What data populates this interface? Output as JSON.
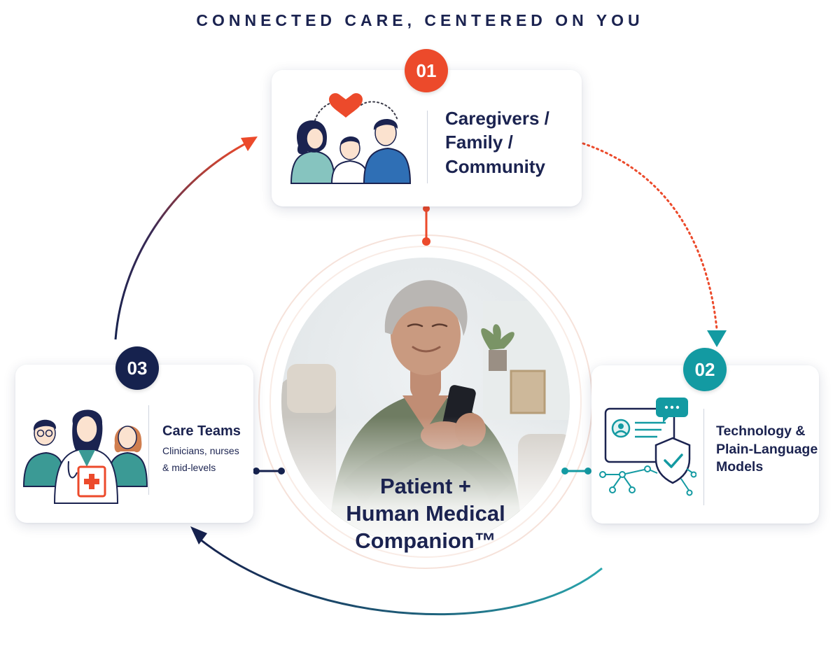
{
  "title": "CONNECTED CARE, CENTERED ON YOU",
  "center": {
    "line1": "Patient +",
    "line2": "Human Medical",
    "line3": "Companion™"
  },
  "nodes": [
    {
      "number": "01",
      "label_lines": [
        "Caregivers /",
        "Family /",
        "Community"
      ],
      "icon": "family-heart-icon",
      "color": "#ec4a2b"
    },
    {
      "number": "02",
      "label_lines": [
        "Technology &",
        "Plain-Language",
        "Models"
      ],
      "icon": "secure-chat-profile-icon",
      "color": "#139aa2"
    },
    {
      "number": "03",
      "label": "Care Teams",
      "sub_lines": [
        "Clinicians, nurses",
        "& mid-levels"
      ],
      "icon": "care-team-icon",
      "color": "#16224e"
    }
  ],
  "colors": {
    "navy": "#16224e",
    "orange": "#ec4a2b",
    "teal": "#139aa2"
  }
}
